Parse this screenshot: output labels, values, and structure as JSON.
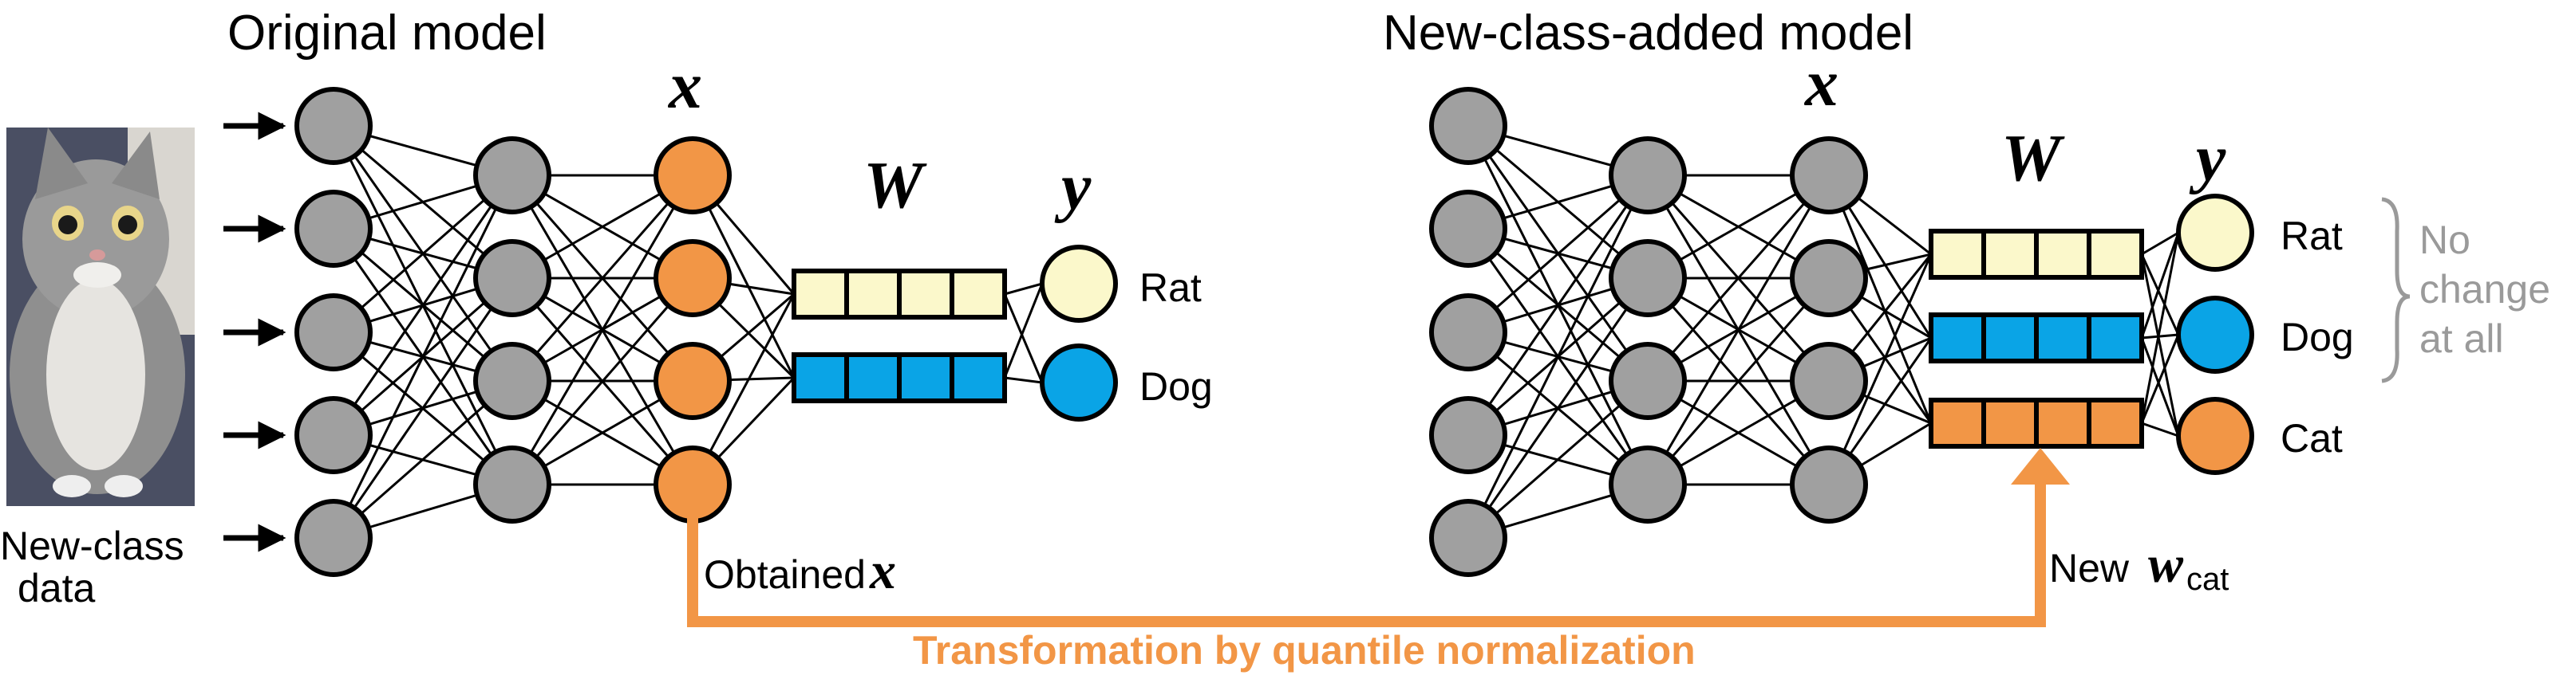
{
  "colors": {
    "neuron_gray": "#a0a0a0",
    "orange": "#f29646",
    "yellow": "#fbf8cb",
    "blue": "#0aa4e6",
    "gray_text": "#9a9a9a",
    "stroke": "#000000"
  },
  "input": {
    "label_line1": "New-class",
    "label_line2": "data",
    "photo": "cat-photo"
  },
  "original": {
    "title": "Original model",
    "x_symbol": "x",
    "w_symbol": "W",
    "y_symbol": "y",
    "outputs": [
      "Rat",
      "Dog"
    ],
    "obtained_label": "Obtained",
    "obtained_symbol": "x"
  },
  "added": {
    "title": "New-class-added model",
    "x_symbol": "x",
    "w_symbol": "W",
    "y_symbol": "y",
    "outputs": [
      "Rat",
      "Dog",
      "Cat"
    ],
    "no_change": [
      "No",
      "change",
      "at all"
    ],
    "new_label": "New",
    "new_symbol": "w",
    "new_subscript": "cat"
  },
  "transform_label": "Transformation by quantile normalization"
}
